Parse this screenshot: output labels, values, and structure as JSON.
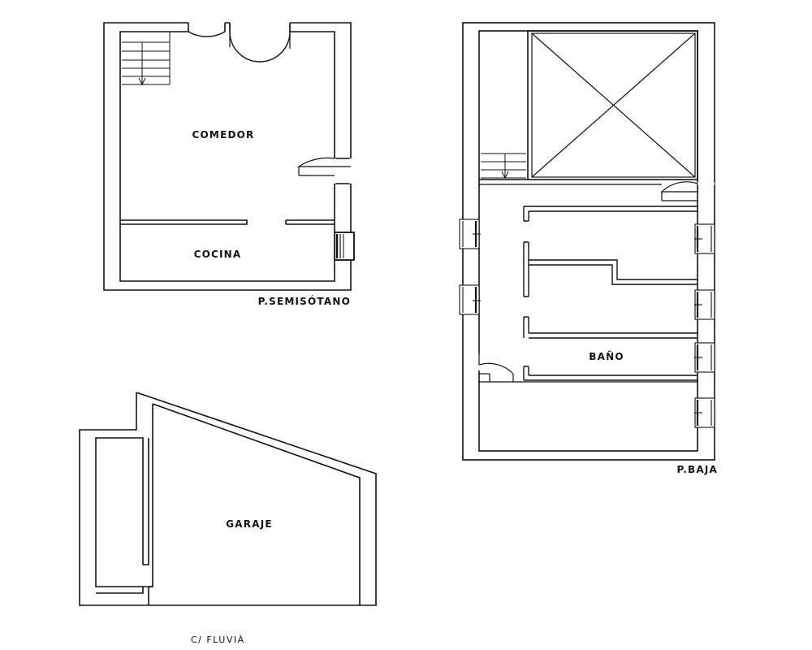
{
  "rooms": {
    "comedor": "COMEDOR",
    "cocina": "COCINA",
    "bano": "BAÑO",
    "garaje": "GARAJE"
  },
  "floors": {
    "semisotano": "P.SEMISÓTANO",
    "baja": "P.BAJA"
  },
  "street": "C/  FLUVIÀ",
  "colors": {
    "line": "#111111",
    "background": "#ffffff"
  }
}
